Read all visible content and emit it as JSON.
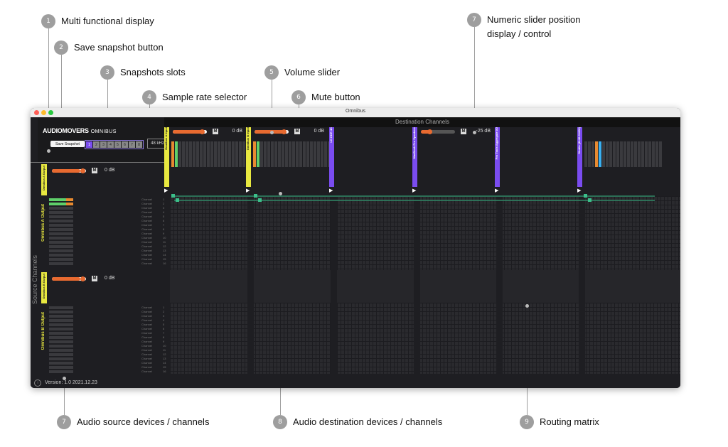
{
  "callouts": {
    "c1": {
      "num": "1",
      "label": "Multi functional display"
    },
    "c2": {
      "num": "2",
      "label": "Save snapshot button"
    },
    "c3": {
      "num": "3",
      "label": "Snapshots slots"
    },
    "c4": {
      "num": "4",
      "label": "Sample rate selector"
    },
    "c5": {
      "num": "5",
      "label": "Volume slider"
    },
    "c6": {
      "num": "6",
      "label": "Mute button"
    },
    "c7top": {
      "num": "7",
      "line1": "Numeric slider position",
      "line2": "display / control"
    },
    "c7bottom": {
      "num": "7",
      "label": "Audio source devices / channels"
    },
    "c8": {
      "num": "8",
      "label": "Audio destination devices / channels"
    },
    "c9": {
      "num": "9",
      "label": "Routing matrix"
    }
  },
  "window": {
    "title": "Omnibus",
    "logo": "AUDIOMOVERS",
    "product": "OMNIBUS",
    "save_snapshot": "Save Snapshot",
    "snapshot_slots": [
      "1",
      "2",
      "3",
      "4",
      "5",
      "6",
      "7",
      "8"
    ],
    "sample_rate": "48 kHz",
    "dest_title": "Destination Channels",
    "source_title": "Source Channels",
    "version": "Version: 1.0 2021.12.23",
    "mute_label": "M",
    "play_glyph": "▶"
  },
  "destinations": [
    {
      "name": "Omnibus A Input",
      "color": "#e8e840",
      "db": "0 dB"
    },
    {
      "name": "Omnibus B Input",
      "color": "#e8e840",
      "db": "0 dB"
    },
    {
      "name": "LG HDR 4K",
      "color": "#7a4cf0",
      "db": ""
    },
    {
      "name": "MacBook Pro Speakers",
      "color": "#7a4cf0",
      "db": "-25 dB"
    },
    {
      "name": "Pro Tools Aggregate I/O",
      "color": "#7a4cf0",
      "db": ""
    },
    {
      "name": "Studio (4140-01200)",
      "color": "#7a4cf0",
      "db": ""
    }
  ],
  "sources": [
    {
      "name": "Omnibus A Output",
      "db": "0 dB"
    },
    {
      "name": "Omnibus B Output",
      "db": "0 dB"
    }
  ],
  "channel_label": "Channel"
}
